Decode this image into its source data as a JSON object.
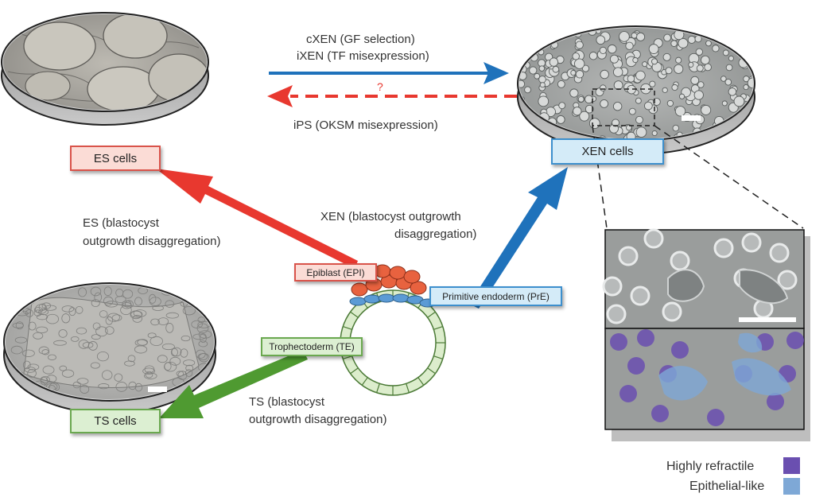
{
  "boxes": {
    "es_cells": "ES cells",
    "xen_cells": "XEN cells",
    "ts_cells": "TS cells",
    "epiblast": "Epiblast (EPI)",
    "primitive_endoderm": "Primitive endoderm (PrE)",
    "trophectoderm": "Trophectoderm (TE)"
  },
  "arrows": {
    "cxen": "cXEN (GF selection)",
    "ixen": "iXEN (TF misexpression)",
    "unknown": "?",
    "ips": "iPS (OKSM misexpression)",
    "es_line1": "ES (blastocyst",
    "es_line2": "outgrowth disaggregation)",
    "xen_line1": "XEN (blastocyst outgrowth",
    "xen_line2": "disaggregation)",
    "ts_line1": "TS (blastocyst",
    "ts_line2": "outgrowth disaggregation)"
  },
  "legend": {
    "highly_refractile": "Highly refractile",
    "epithelial_like": "Epithelial-like"
  },
  "colors": {
    "es": "#e8382f",
    "xen": "#1f72bb",
    "ts": "#4f9a31",
    "refractile": "#6a4fb0",
    "epithelial": "#7ea8d6"
  }
}
